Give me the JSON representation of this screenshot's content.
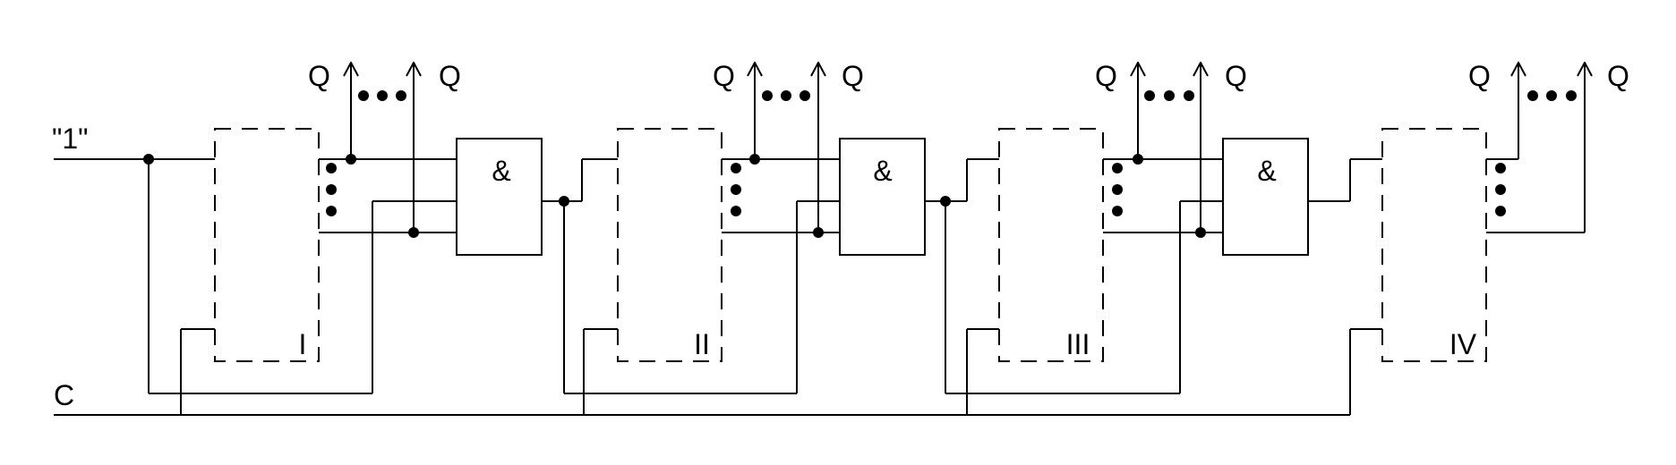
{
  "inputs": {
    "one": "\"1\"",
    "clock": "C"
  },
  "gate_label": "&",
  "output_label": "Q",
  "stages": [
    {
      "roman": "I"
    },
    {
      "roman": "II"
    },
    {
      "roman": "III"
    },
    {
      "roman": "IV"
    }
  ]
}
